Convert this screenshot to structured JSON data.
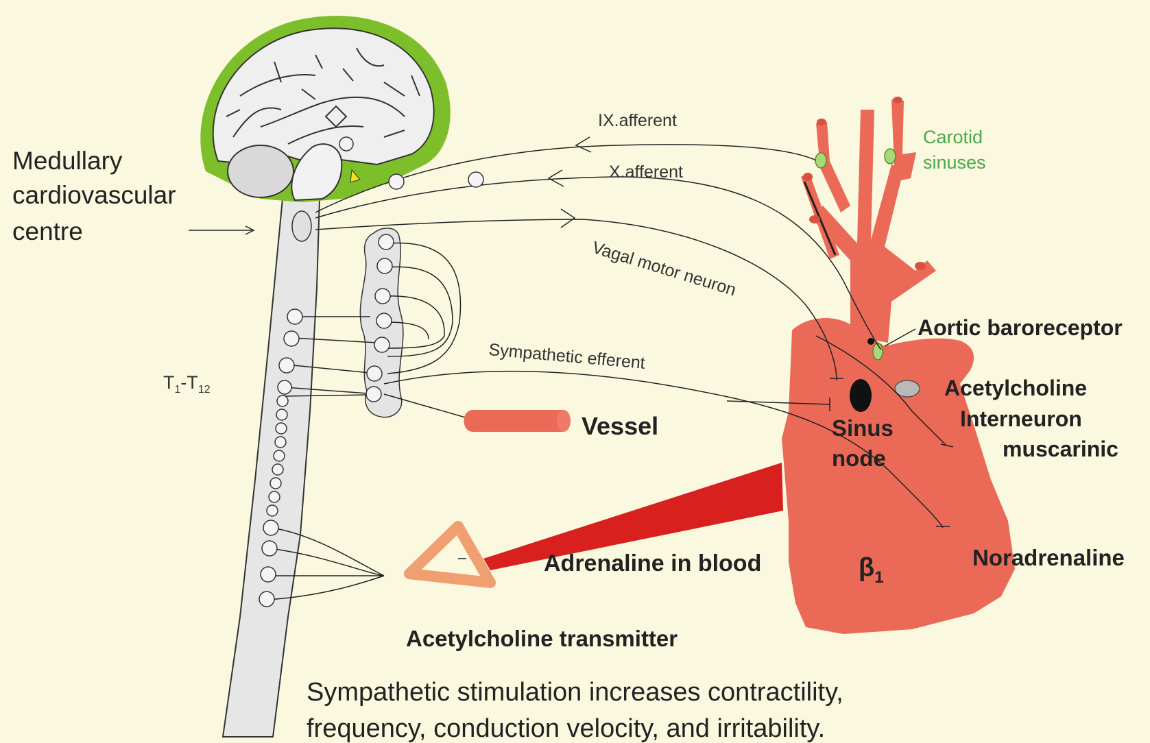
{
  "labels": {
    "medullary": [
      "Medullary",
      "cardiovascular",
      "centre"
    ],
    "ix_afferent": "IX.afferent",
    "x_afferent": "X.afferent",
    "carotid": [
      "Carotid",
      "sinuses"
    ],
    "vagal_motor": "Vagal motor neuron",
    "aortic": "Aortic baroreceptor",
    "sympathetic_efferent": "Sympathetic efferent",
    "t_main": "T",
    "t_sub1": "1",
    "t_dash": "-T",
    "t_sub2": "12",
    "acetylcholine": "Acetylcholine",
    "interneuron": "Interneuron",
    "muscarinic": "muscarinic",
    "vessel": "Vessel",
    "sinus": [
      "Sinus",
      "node"
    ],
    "noradrenaline": "Noradrenaline",
    "adrenaline": "Adrenaline in blood",
    "beta_main": "β",
    "beta_sub": "1",
    "ach_transmitter": "Acetylcholine transmitter",
    "caption": [
      "Sympathetic stimulation increases contractility,",
      "frequency, conduction velocity, and irritability."
    ]
  },
  "colors": {
    "background": "#fbf8e0",
    "heart": "#ea6a57",
    "adrenal": "#f0a070",
    "brain_border": "#7dbf2a",
    "receptor": "#a8d878",
    "carotid_text": "#4aa84a",
    "blood_ray": "#d8201e"
  }
}
